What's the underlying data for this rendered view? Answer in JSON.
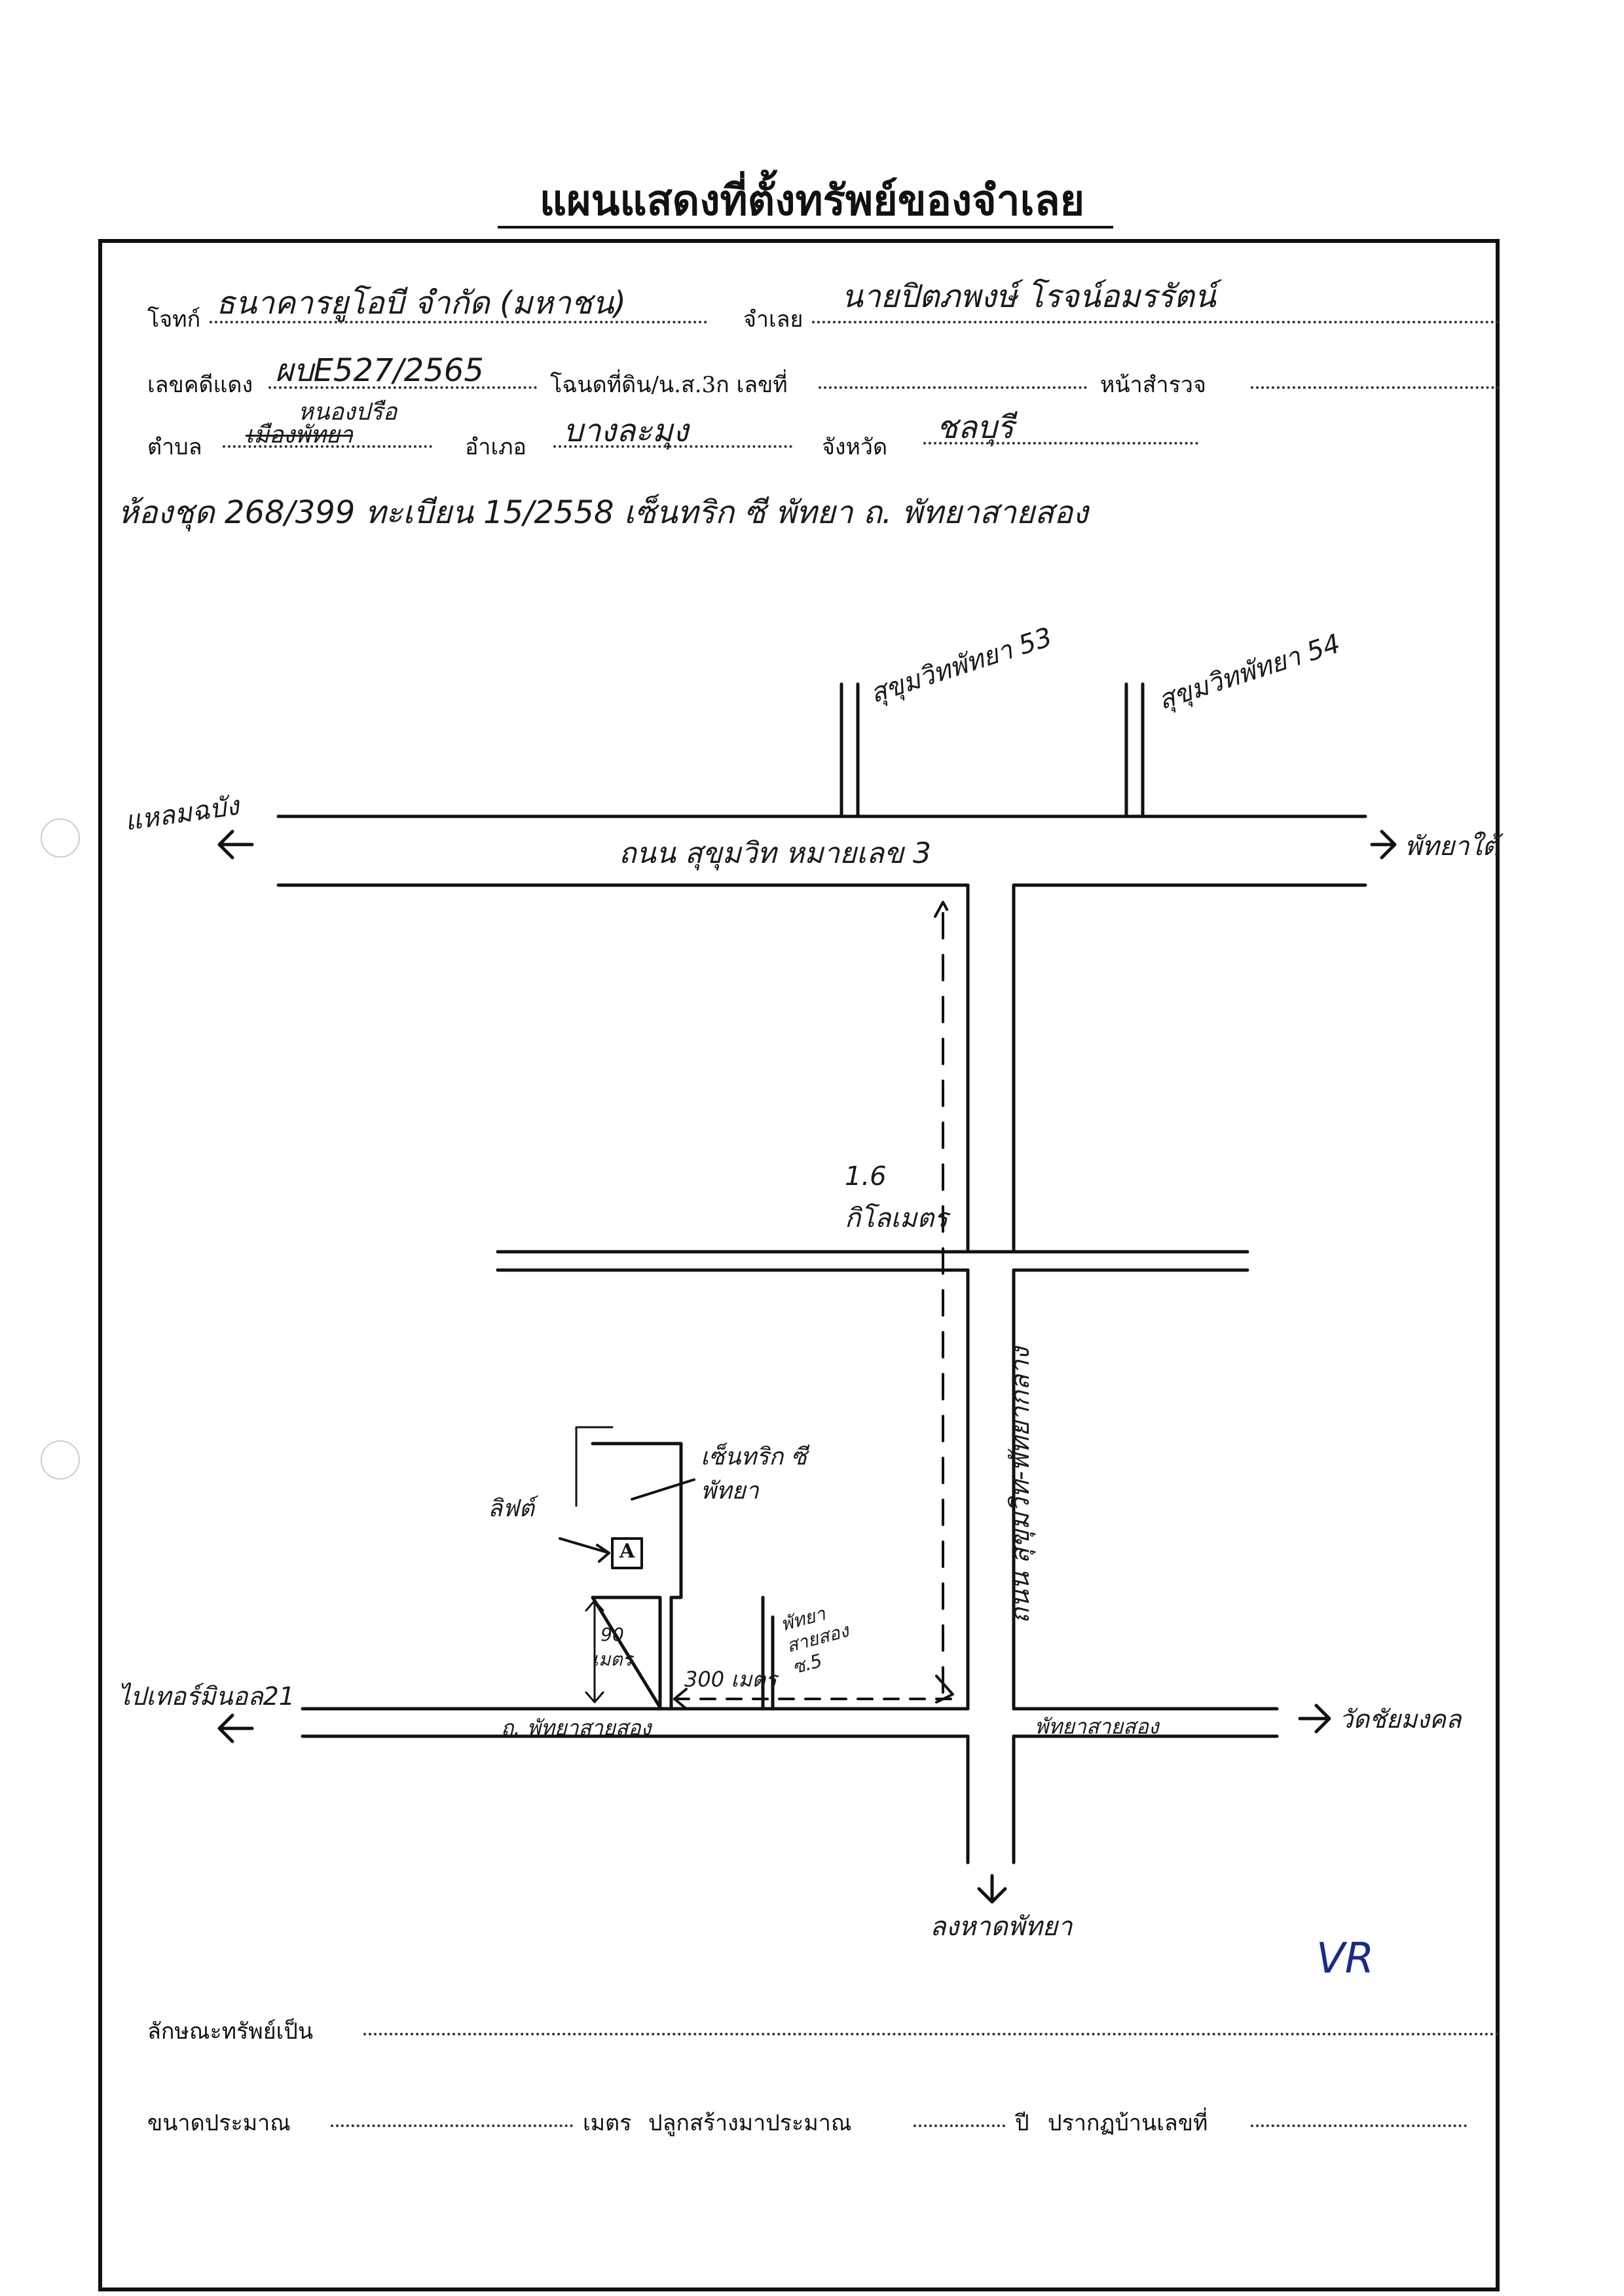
{
  "title": "แผนแสดงที่ตั้งทรัพย์ของจำเลย",
  "form": {
    "plaintiff_label": "โจทก์",
    "plaintiff_value": "ธนาคารยูโอบี จำกัด (มหาชน)",
    "defendant_label": "จำเลย",
    "defendant_value": "นายปิตภพงษ์ โรจน์อมรรัตน์",
    "case_no_label": "เลขคดีแดง",
    "case_no_value": "ผบE527/2565",
    "deed_label": "โฉนดที่ดิน/น.ส.3ก เลขที่",
    "deed_value": "",
    "survey_page_label": "หน้าสำรวจ",
    "survey_page_value": "",
    "subdistrict_label": "ตำบล",
    "subdistrict_struck": "เมืองพัทยา",
    "subdistrict_value": "หนองปรือ",
    "district_label": "อำเภอ",
    "district_value": "บางละมุง",
    "province_label": "จังหวัด",
    "province_value": "ชลบุรี",
    "unit_note": "ห้องชุด 268/399 ทะเบียน 15/2558 เซ็นทริก ซี พัทยา ถ. พัทยาสายสอง",
    "property_type_label": "ลักษณะทรัพย์เป็น",
    "property_type_value": "",
    "size_label": "ขนาดประมาณ",
    "size_unit": "เมตร",
    "built_label": "ปลูกสร้างมาประมาณ",
    "built_unit": "ปี",
    "house_no_label": "ปรากฏบ้านเลขที่",
    "initials": "VR"
  },
  "map": {
    "soi_53": "สุขุมวิทพัทยา 53",
    "soi_54": "สุขุมวิทพัทยา 54",
    "main_road": "ถนน สุขุมวิท หมายเลข 3",
    "to_west_top": "แหลมฉบัง",
    "to_east_top": "พัทยาใต้",
    "distance_km": "1.6 กิโลเมตร",
    "vertical_road": "ถนน สุขุมวิท-พัทยากลาง",
    "condo_name": "เซ็นทริก ซี พัทยา",
    "condo_tag": "ลิฟต์",
    "marker": "A",
    "dist_90": "90 เมตร",
    "dist_300": "300 เมตร",
    "soi_pattaya2": "พัทยา สายสอง ซ.5",
    "to_west_bottom": "ไปเทอร์มินอล21",
    "road_bottom_left": "ถ. พัทยาสายสอง",
    "road_bottom_right": "พัทยาสายสอง",
    "to_east_bottom": "วัดชัยมงคล",
    "to_south": "ลงหาดพัทยา"
  }
}
